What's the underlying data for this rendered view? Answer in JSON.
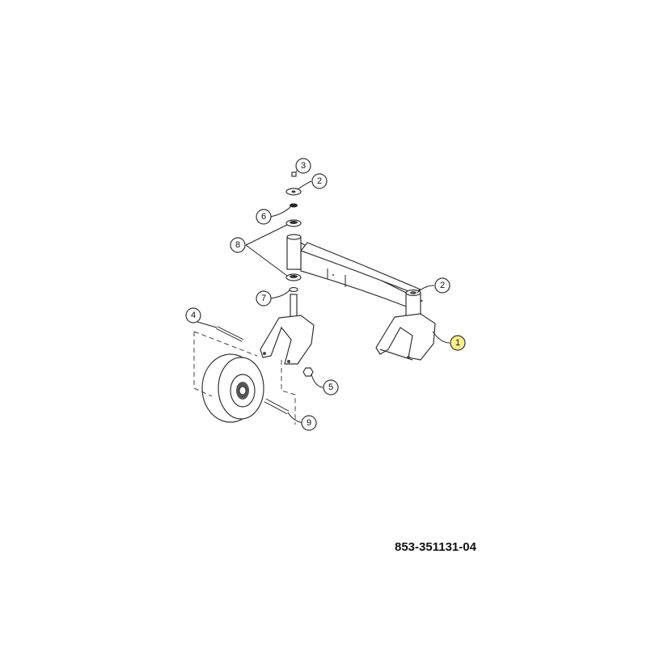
{
  "part_number": "853-351131-04",
  "callouts": [
    {
      "label": "3",
      "highlight": false
    },
    {
      "label": "2",
      "highlight": false
    },
    {
      "label": "6",
      "highlight": false
    },
    {
      "label": "8",
      "highlight": false
    },
    {
      "label": "7",
      "highlight": false
    },
    {
      "label": "2",
      "highlight": false
    },
    {
      "label": "1",
      "highlight": true
    },
    {
      "label": "4",
      "highlight": false
    },
    {
      "label": "5",
      "highlight": false
    },
    {
      "label": "9",
      "highlight": false
    }
  ],
  "colors": {
    "highlight": "#f7ef8a",
    "line": "#333333"
  }
}
